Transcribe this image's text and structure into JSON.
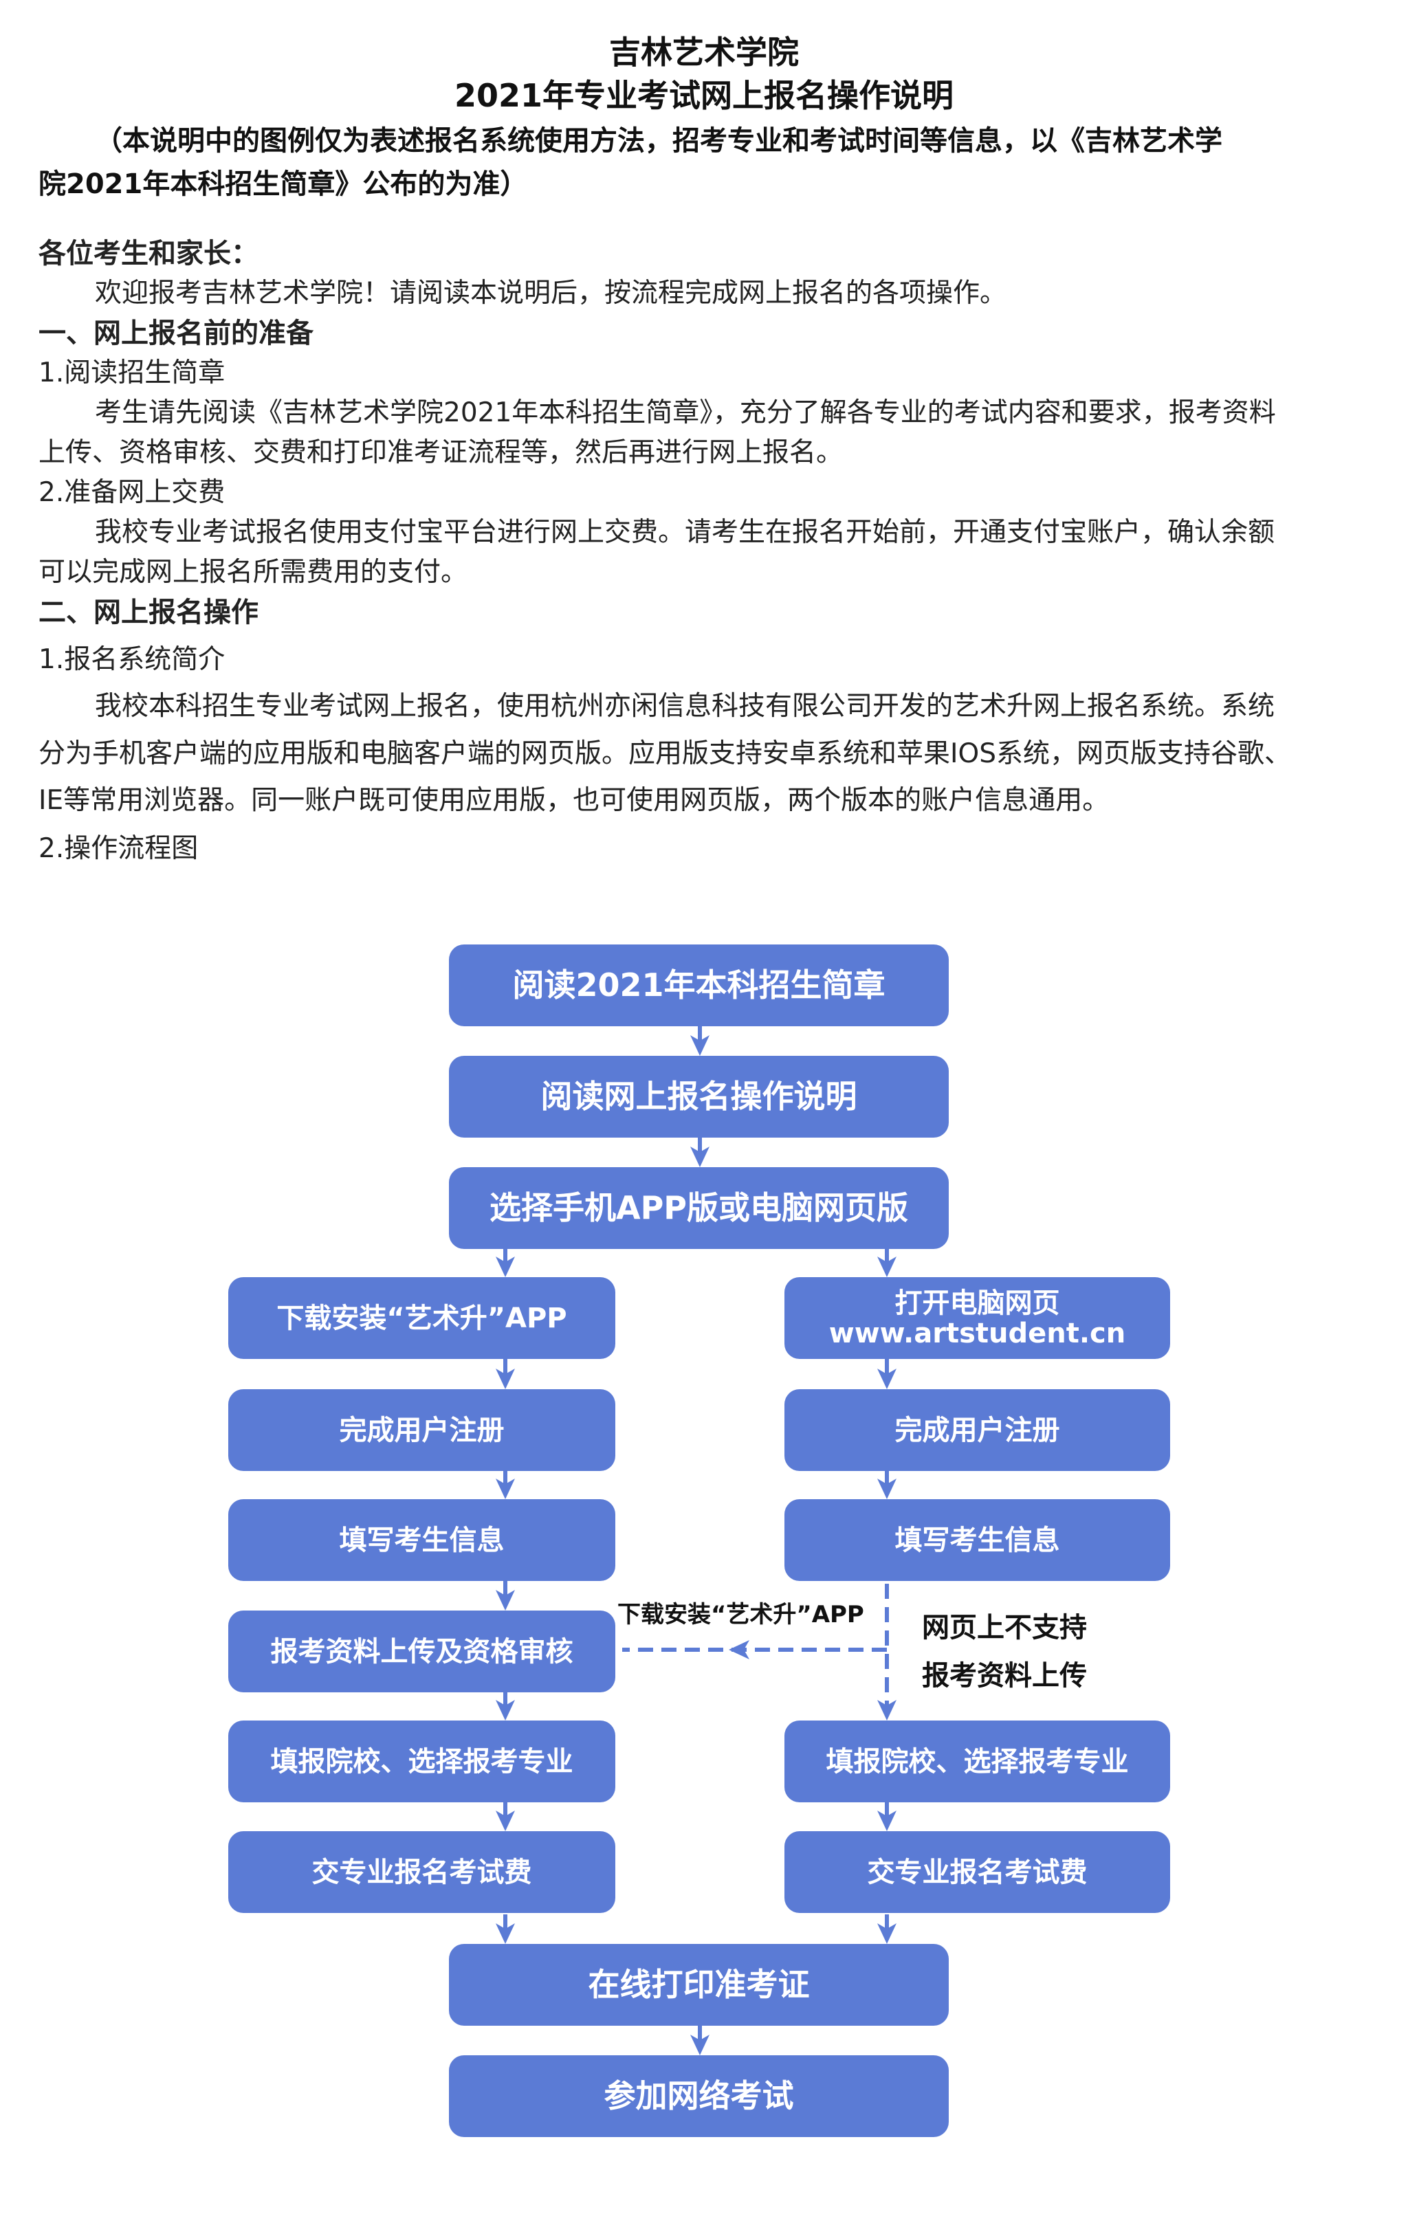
{
  "header": {
    "title": "吉林艺术学院",
    "subtitle": "2021年专业考试网上报名操作说明",
    "note_line1": "（本说明中的图例仅为表述报名系统使用方法，招考专业和考试时间等信息，以《吉林艺术学",
    "note_line2": "院2021年本科招生简章》公布的为准）"
  },
  "body": {
    "greeting": "各位考生和家长：",
    "welcome": "欢迎报考吉林艺术学院！请阅读本说明后，按流程完成网上报名的各项操作。",
    "section1": "一、网上报名前的准备",
    "s1_item1": "1.阅读招生简章",
    "s1_item1_p1": "考生请先阅读《吉林艺术学院2021年本科招生简章》，充分了解各专业的考试内容和要求，报考资料",
    "s1_item1_p2": "上传、资格审核、交费和打印准考证流程等，然后再进行网上报名。",
    "s1_item2": "2.准备网上交费",
    "s1_item2_p1": "我校专业考试报名使用支付宝平台进行网上交费。请考生在报名开始前，开通支付宝账户，确认余额",
    "s1_item2_p2": "可以完成网上报名所需费用的支付。",
    "section2": "二、网上报名操作",
    "s2_item1": "1.报名系统简介",
    "s2_item1_p1": "我校本科招生专业考试网上报名，使用杭州亦闲信息科技有限公司开发的艺术升网上报名系统。系统",
    "s2_item1_p2": "分为手机客户端的应用版和电脑客户端的网页版。应用版支持安卓系统和苹果IOS系统，网页版支持谷歌、",
    "s2_item1_p3": "IE等常用浏览器。同一账户既可使用应用版，也可使用网页版，两个版本的账户信息通用。",
    "s2_item2": "2.操作流程图"
  },
  "flowchart": {
    "color": "#5b7bd5",
    "center_top": [
      "阅读2021年本科招生简章",
      "阅读网上报名操作说明",
      "选择手机APP版或电脑网页版"
    ],
    "left": [
      "下载安装“艺术升”APP",
      "完成用户注册",
      "填写考生信息",
      "报考资料上传及资格审核",
      "填报院校、选择报考专业",
      "交专业报名考试费"
    ],
    "right_first_line1": "打开电脑网页",
    "right_first_line2": "www.artstudent.cn",
    "right": [
      "完成用户注册",
      "填写考生信息",
      "填报院校、选择报考专业",
      "交专业报名考试费"
    ],
    "center_bottom": [
      "在线打印准考证",
      "参加网络考试"
    ],
    "dashed_label": "下载安装“艺术升”APP",
    "side_note_line1": "网页上不支持",
    "side_note_line2": "报考资料上传"
  }
}
